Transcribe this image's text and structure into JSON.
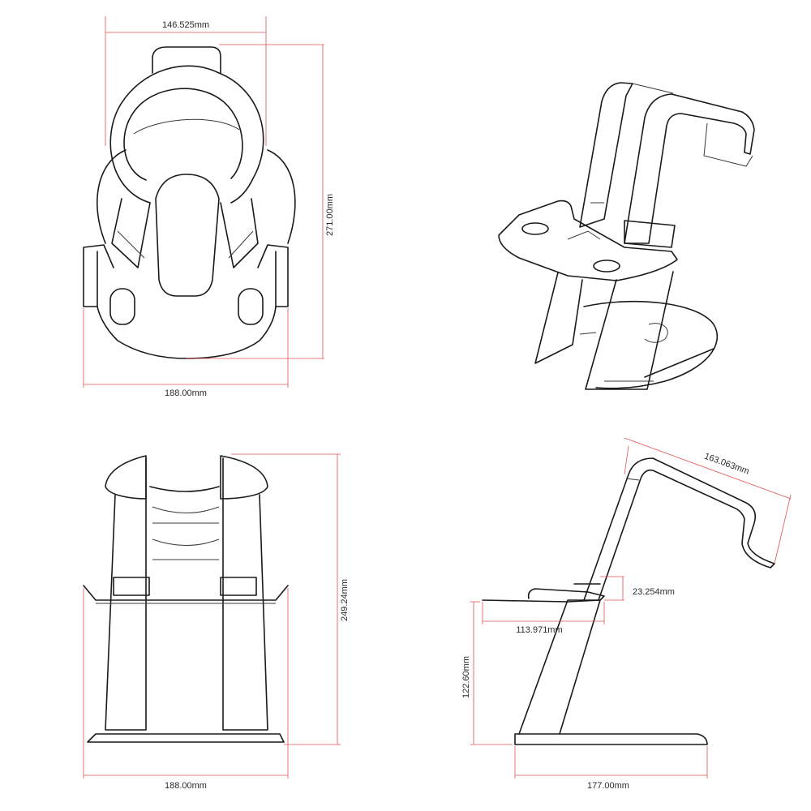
{
  "dimensions": {
    "top_width": "146.525mm",
    "top_height": "271.00mm",
    "top_base_width": "188.00mm",
    "front_height": "249.24mm",
    "front_width": "188.00mm",
    "side_arm_length": "163.063mm",
    "side_tray_step": "23.254mm",
    "side_tray_depth": "113.971mm",
    "side_tray_height": "122.60mm",
    "side_base_depth": "177.00mm"
  },
  "colors": {
    "line": "#1a1a1a",
    "dimension_line": "#e05050"
  }
}
